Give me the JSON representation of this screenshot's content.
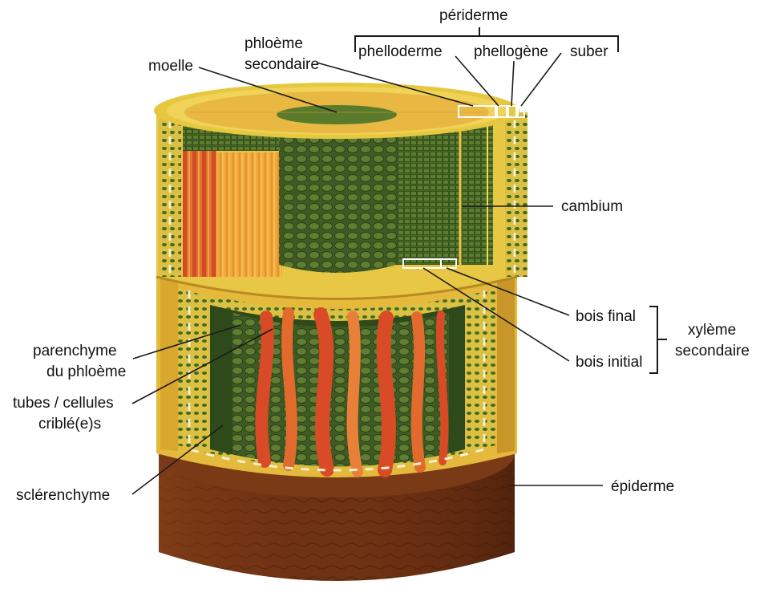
{
  "labels": {
    "periderme": "périderme",
    "phelloderme": "phelloderme",
    "phellogene": "phellogène",
    "suber": "suber",
    "phloeme_secondaire_l1": "phloème",
    "phloeme_secondaire_l2": "secondaire",
    "moelle": "moelle",
    "cambium": "cambium",
    "bois_final": "bois final",
    "bois_initial": "bois initial",
    "xyleme_secondaire_l1": "xylème",
    "xyleme_secondaire_l2": "secondaire",
    "parenchyme_l1": "parenchyme",
    "parenchyme_l2": "du phloème",
    "tubes_l1": "tubes / cellules",
    "tubes_l2": "criblé(e)s",
    "sclerenchyme": "sclérenchyme",
    "epiderme": "épiderme"
  },
  "colors": {
    "epidermis_brown": "#6b2f12",
    "cortex_yellow": "#e8c63a",
    "pith_green": "#4f6a2a",
    "phloem_red": "#d8502a",
    "xylem_orange": "#f0a838",
    "cambium_dark": "#3d5420"
  }
}
